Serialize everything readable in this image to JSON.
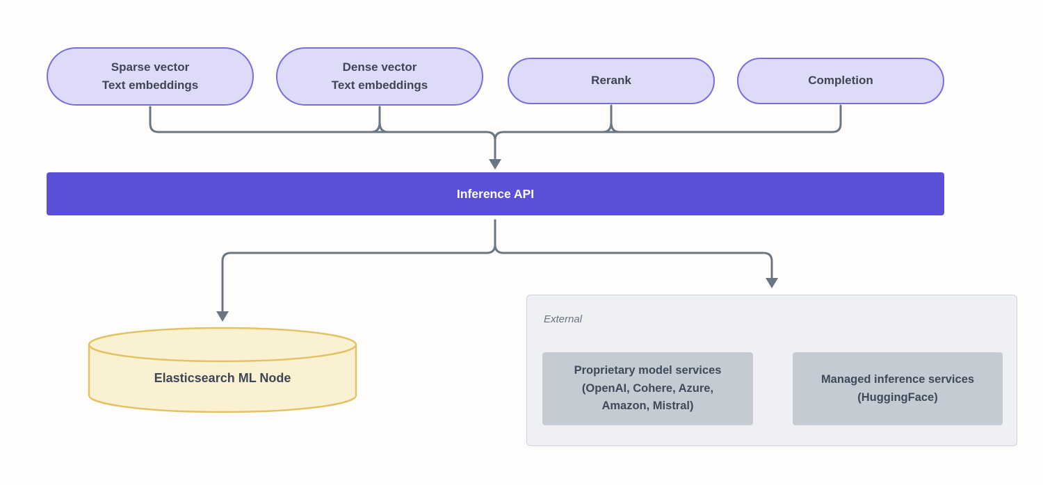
{
  "pills": [
    {
      "label": "Sparse vector\nText embeddings"
    },
    {
      "label": "Dense vector\nText embeddings"
    },
    {
      "label": "Rerank"
    },
    {
      "label": "Completion"
    }
  ],
  "inference_bar": {
    "label": "Inference API"
  },
  "elasticsearch_node": {
    "label": "Elasticsearch ML Node"
  },
  "external_group": {
    "label": "External",
    "services": [
      {
        "label": "Proprietary model services\n(OpenAI, Cohere, Azure,\nAmazon, Mistral)"
      },
      {
        "label": "Managed inference services\n(HuggingFace)"
      }
    ]
  },
  "colors": {
    "accent_purple": "#5a50d7",
    "pill_fill": "#dedbf8",
    "pill_border": "#776de0",
    "connector_gray": "#6b7683",
    "cylinder_fill": "#faf1d2",
    "cylinder_border": "#e3c264",
    "external_fill": "#eef0f4",
    "service_fill": "#c4cbd3",
    "text_dark": "#3e4655"
  }
}
